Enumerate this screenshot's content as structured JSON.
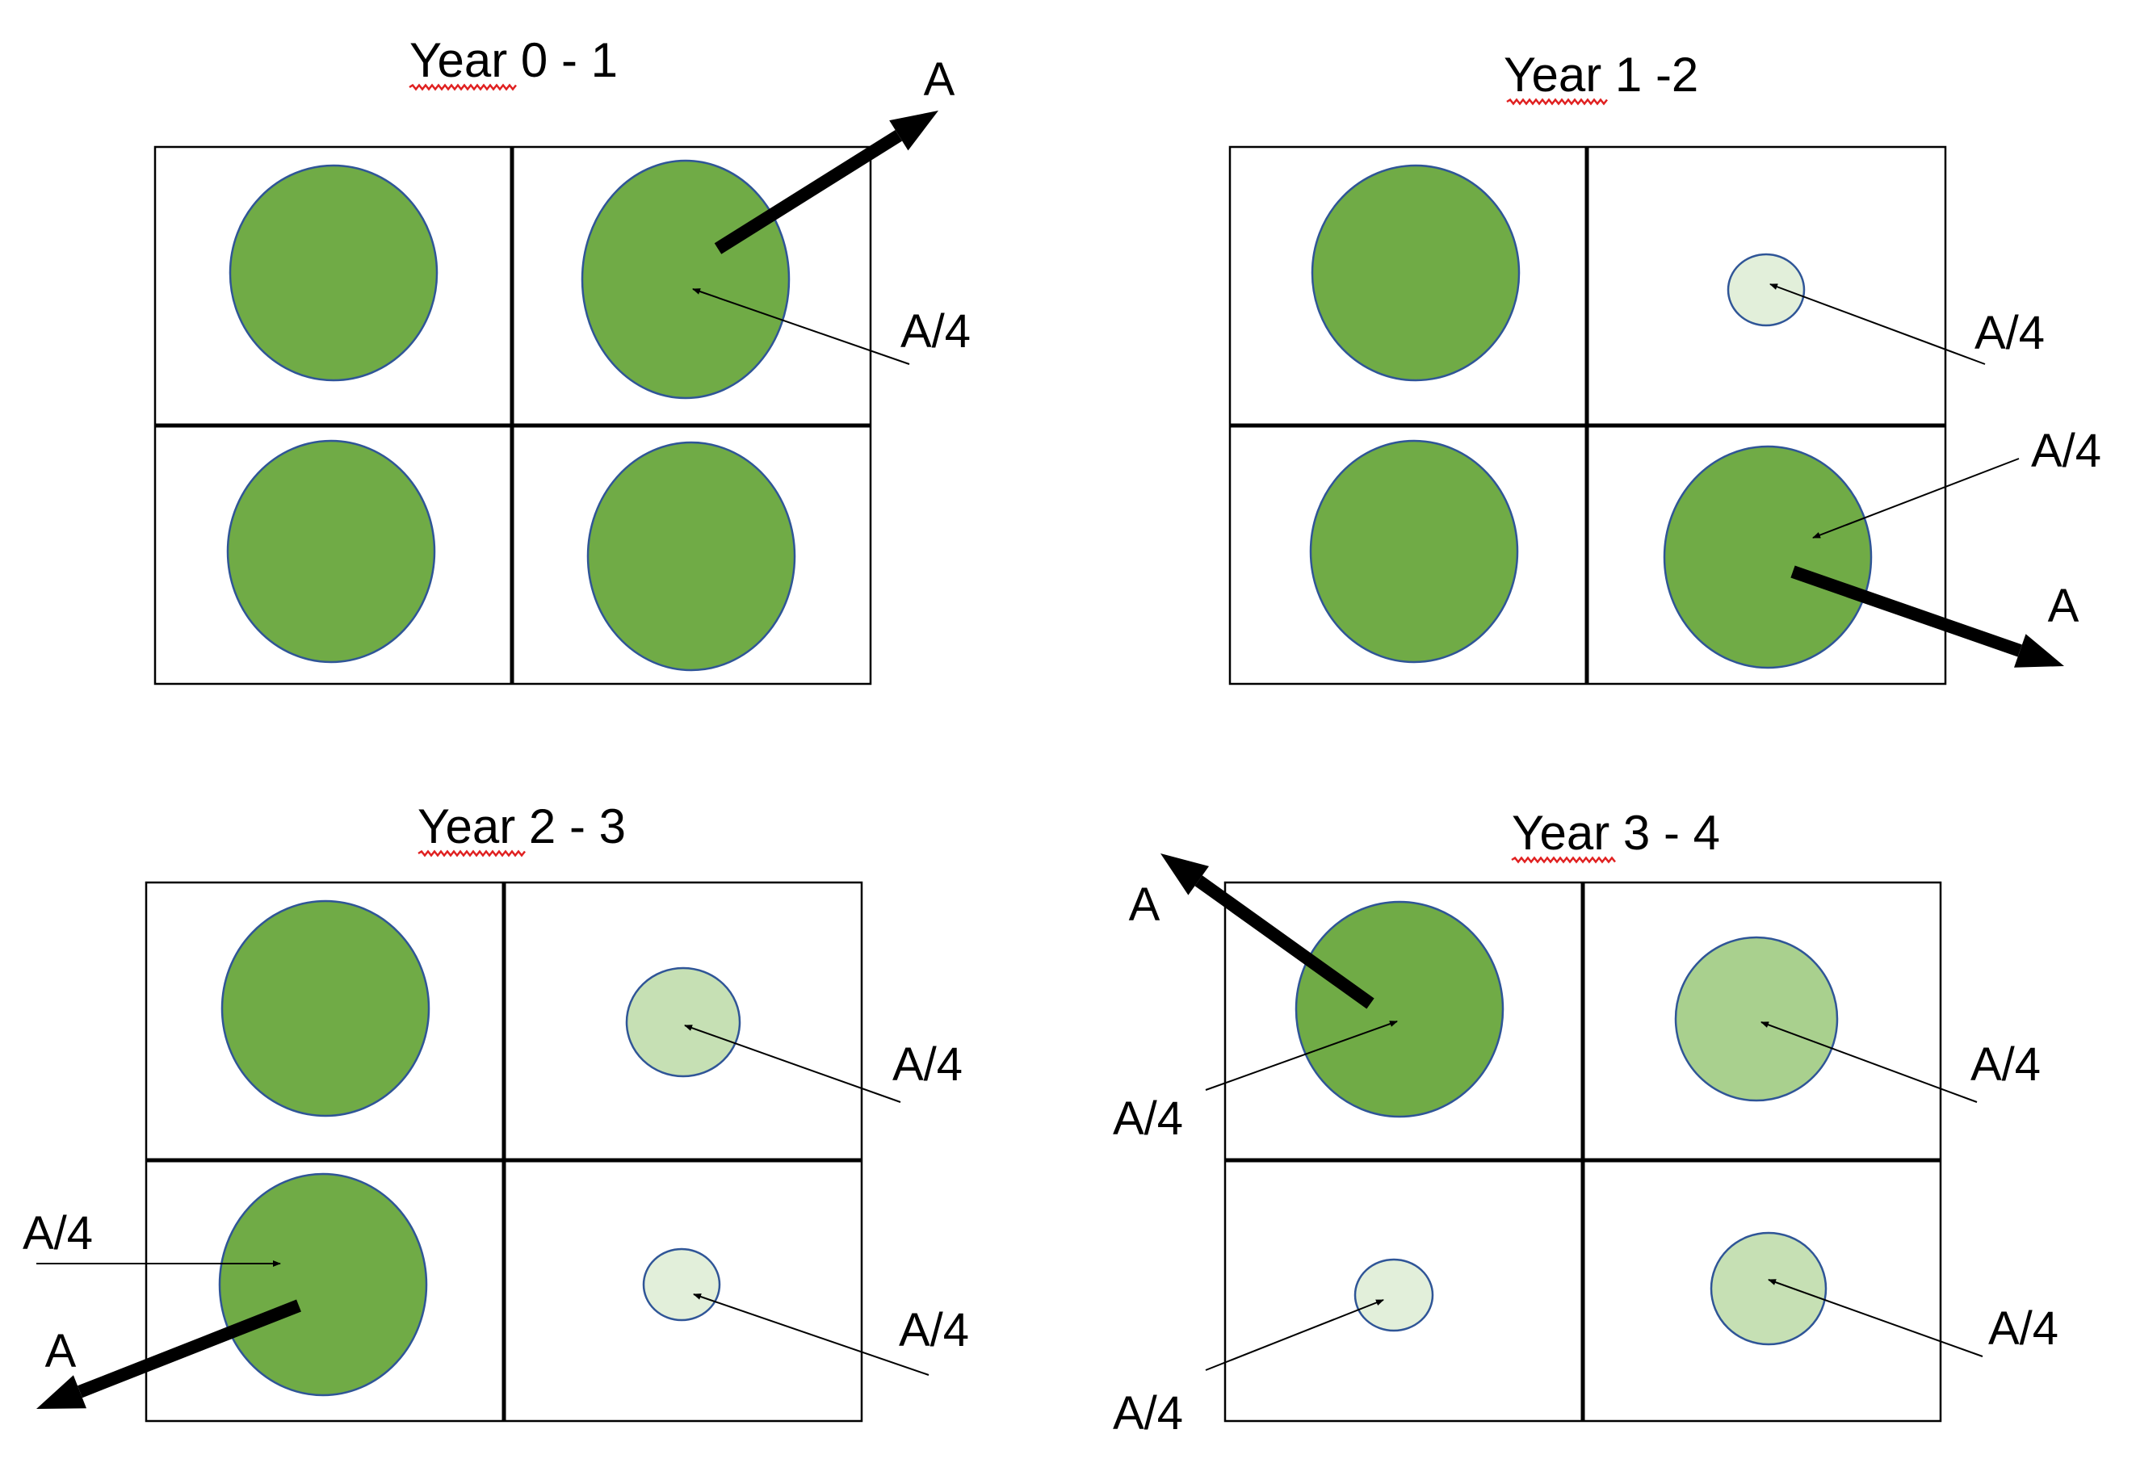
{
  "panels": [
    {
      "id": "year-0-1",
      "title": "Year 0 - 1",
      "title_squiggle_chars": 4,
      "circles": [
        {
          "shade": "dark",
          "arrow_label": "",
          "harvest": false
        },
        {
          "shade": "dark",
          "arrow_label": "A/4",
          "harvest": true,
          "harvest_label": "A"
        },
        {
          "shade": "dark",
          "arrow_label": "",
          "harvest": false
        },
        {
          "shade": "dark",
          "arrow_label": "",
          "harvest": false
        }
      ]
    },
    {
      "id": "year-1-2",
      "title": "Year 1 -2",
      "title_squiggle_chars": 4,
      "circles": [
        {
          "shade": "dark",
          "arrow_label": "",
          "harvest": false
        },
        {
          "shade": "palest",
          "arrow_label": "A/4",
          "harvest": false
        },
        {
          "shade": "dark",
          "arrow_label": "",
          "harvest": false
        },
        {
          "shade": "dark",
          "arrow_label": "A/4",
          "harvest": true,
          "harvest_label": "A"
        }
      ]
    },
    {
      "id": "year-2-3",
      "title": "Year 2 - 3",
      "title_squiggle_chars": 4,
      "circles": [
        {
          "shade": "dark",
          "arrow_label": "",
          "harvest": false
        },
        {
          "shade": "pale",
          "arrow_label": "A/4",
          "harvest": false
        },
        {
          "shade": "dark",
          "arrow_label": "A/4",
          "harvest": true,
          "harvest_label": "A"
        },
        {
          "shade": "palest",
          "arrow_label": "A/4",
          "harvest": false
        }
      ]
    },
    {
      "id": "year-3-4",
      "title": "Year 3 - 4",
      "title_squiggle_chars": 4,
      "circles": [
        {
          "shade": "dark",
          "arrow_label": "A/4",
          "harvest": true,
          "harvest_label": "A"
        },
        {
          "shade": "light",
          "arrow_label": "A/4",
          "harvest": false
        },
        {
          "shade": "palest",
          "arrow_label": "A/4",
          "harvest": false
        },
        {
          "shade": "pale",
          "arrow_label": "A/4",
          "harvest": false
        }
      ]
    }
  ],
  "colors": {
    "dark": "#70ab46",
    "light": "#a9d08e",
    "pale": "#c6e0b4",
    "palest": "#e2efda",
    "circle_stroke": "#2f5597",
    "grid_stroke": "#000000",
    "arrow": "#000000",
    "squiggle": "#e02020"
  }
}
